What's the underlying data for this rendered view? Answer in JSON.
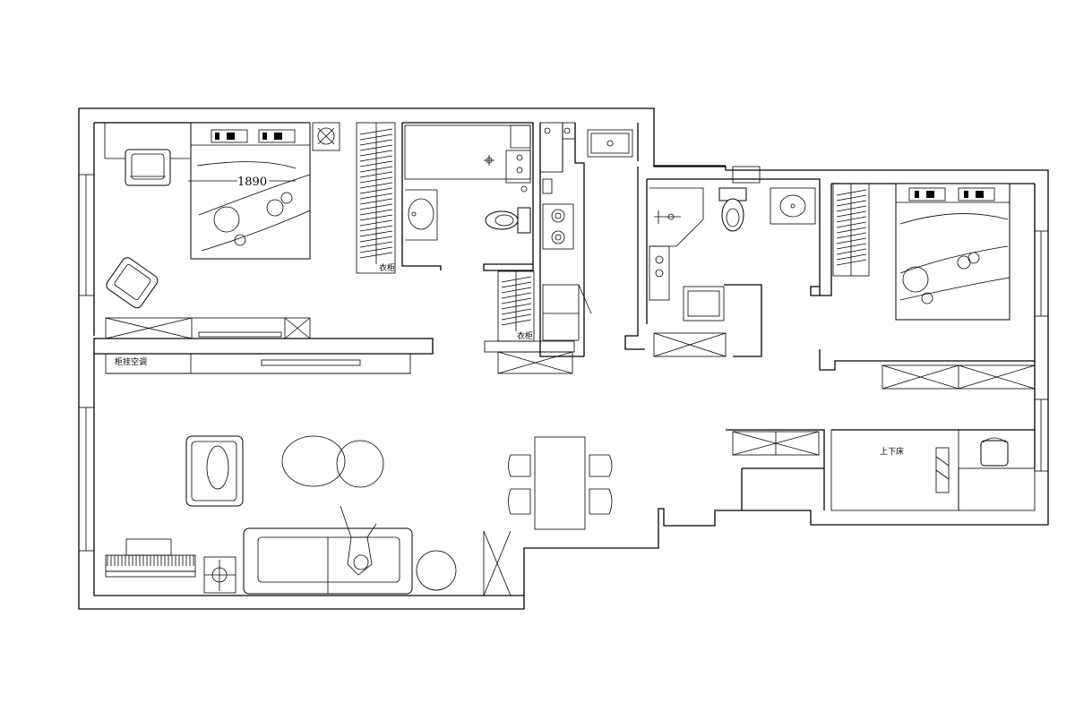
{
  "labels": {
    "dimension": "1890",
    "wardrobe_left": "衣柜",
    "wardrobe_center": "衣柜",
    "ac_unit": "柜挂空调",
    "bunk_bed": "上下床"
  },
  "colors": {
    "line": "#000000",
    "background": "#ffffff"
  }
}
